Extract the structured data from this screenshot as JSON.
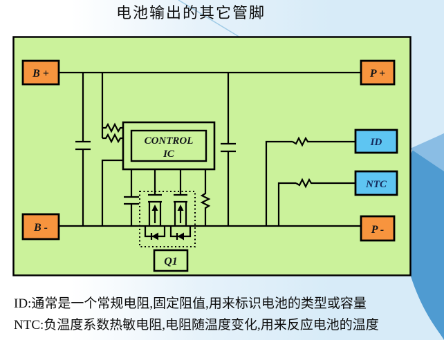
{
  "title": "电池输出的其它管脚",
  "diagram": {
    "terminals": {
      "b_plus": "B +",
      "p_plus": "P +",
      "b_minus": "B -",
      "p_minus": "P -"
    },
    "signals": {
      "id": "ID",
      "ntc": "NTC"
    },
    "ic": {
      "line1": "CONTROL",
      "line2": "IC"
    },
    "transistor_label": "Q1"
  },
  "notes": {
    "line1": "ID:通常是一个常规电阻,固定阻值,用来标识电池的类型或容量",
    "line2": "NTC:负温度系数热敏电阻,电阻随温度变化,用来反应电池的温度"
  },
  "colors": {
    "panel_green": "#cbf29b",
    "terminal_orange": "#f7943e",
    "signal_blue": "#5ec5f2",
    "swoosh_blue": "#4f9bd1",
    "swoosh_light_blue": "#8abde4",
    "background_blue": "#d7ebf8",
    "wire_black": "#000000"
  }
}
